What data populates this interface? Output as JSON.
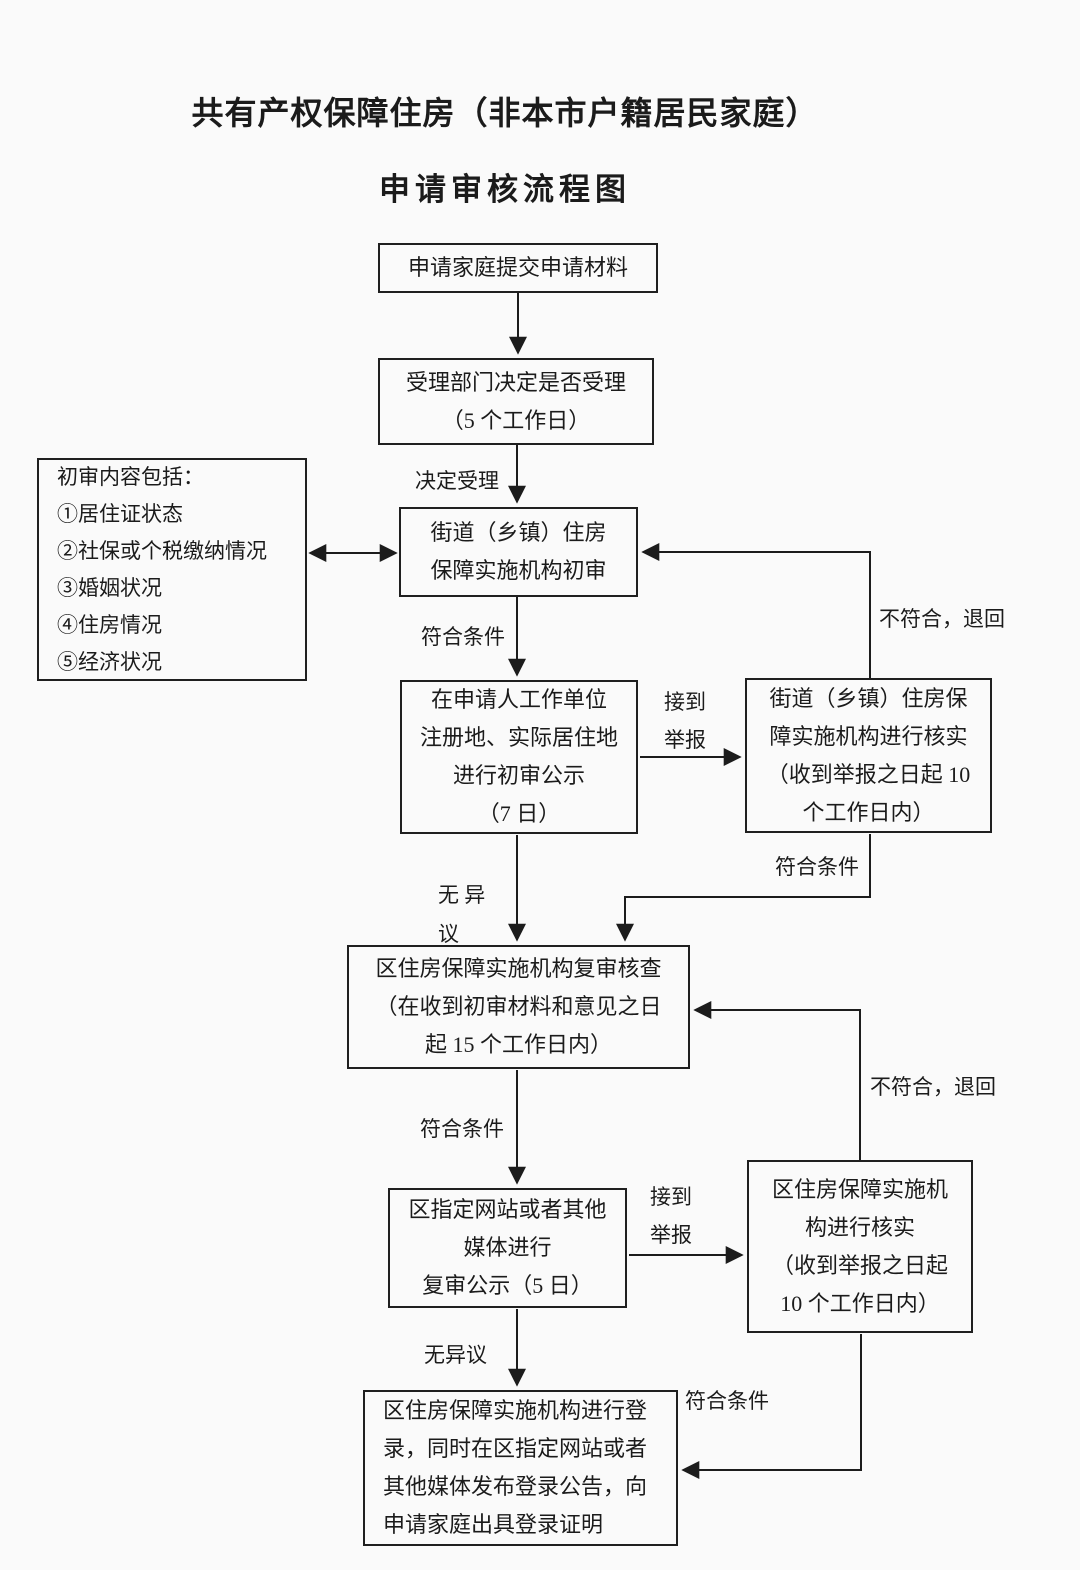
{
  "page": {
    "title_line1": "共有产权保障住房（非本市户籍居民家庭）",
    "title_line2": "申请审核流程图"
  },
  "nodes": {
    "submit": {
      "text": "申请家庭提交申请材料"
    },
    "accept": {
      "text": "受理部门决定是否受理\n（5 个工作日）"
    },
    "content": {
      "text": "初审内容包括：\n①居住证状态\n②社保或个税缴纳情况\n③婚姻状况\n④住房情况\n⑤经济状况"
    },
    "street": {
      "text": "街道（乡镇）住房\n保障实施机构初审"
    },
    "publicity": {
      "text": "在申请人工作单位\n注册地、实际居住地\n进行初审公示\n（7 日）"
    },
    "street_verify": {
      "text": "街道（乡镇）住房保\n障实施机构进行核实\n（收到举报之日起 10\n个工作日内）"
    },
    "district": {
      "text": "区住房保障实施机构复审核查\n（在收到初审材料和意见之日\n起 15 个工作日内）"
    },
    "review_pub": {
      "text": "区指定网站或者其他\n媒体进行\n复审公示（5 日）"
    },
    "district_verify": {
      "text": "区住房保障实施机\n构进行核实\n（收到举报之日起\n10 个工作日内）"
    },
    "registration": {
      "text": "区住房保障实施机构进行登\n录，同时在区指定网站或者\n其他媒体发布登录公告，向\n申请家庭出具登录证明"
    }
  },
  "labels": {
    "decide_accept": "决定受理",
    "meet_conditions_1": "符合条件",
    "report_received_1": "接到\n举报",
    "not_meet_return_1": "不符合，退回",
    "meet_conditions_2": "符合条件",
    "no_objection_1": "无  异\n议",
    "meet_conditions_3": "符合条件",
    "report_received_2": "接到\n举报",
    "not_meet_return_2": "不符合，退回",
    "meet_conditions_4": "符合条件",
    "no_objection_2": "无异议"
  },
  "colors": {
    "ink": "#1b1b1b",
    "background": "#fafafa"
  }
}
